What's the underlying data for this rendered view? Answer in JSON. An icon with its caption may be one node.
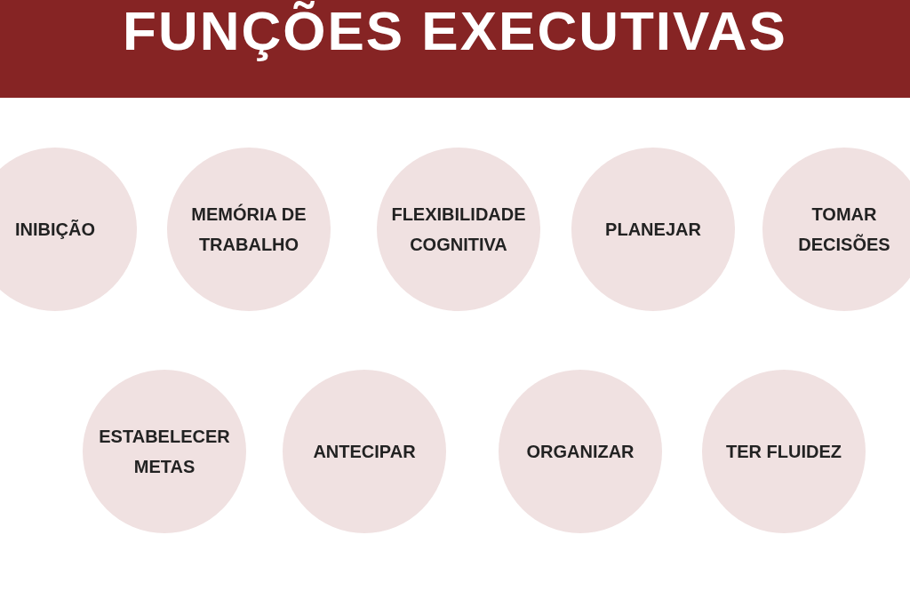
{
  "diagram": {
    "title": "FUNÇÕES EXECUTIVAS",
    "nodes": [
      {
        "text": [
          "INIBIÇÃO"
        ]
      },
      {
        "text": [
          "MEMÓRIA DE TRABALHO"
        ]
      },
      {
        "text": [
          "FLEXIBILIDADE COGNITIVA"
        ]
      },
      {
        "text": [
          "PLANEJAR"
        ]
      },
      {
        "text": [
          "TOMAR DECISÕES"
        ]
      },
      {
        "text": [
          "ESTABELECER METAS"
        ]
      },
      {
        "text": [
          "ANTECIPAR"
        ]
      },
      {
        "text": [
          "ORGANIZAR"
        ]
      },
      {
        "text": [
          "TER FLUIDEZ"
        ]
      }
    ]
  }
}
